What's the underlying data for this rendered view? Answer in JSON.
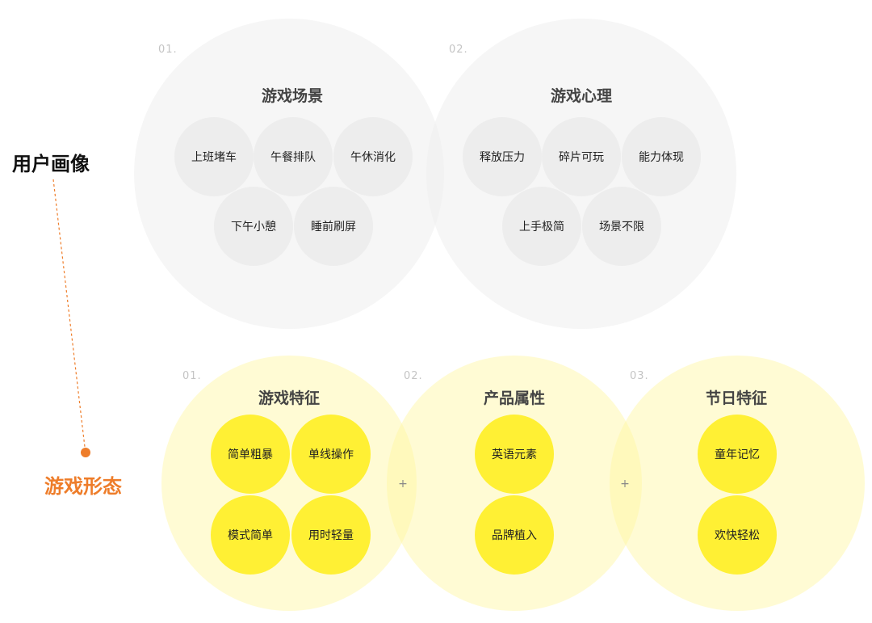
{
  "colors": {
    "accent": "#ee7d2a",
    "yellow": "#fff034",
    "gray": "#efefef"
  },
  "user_profile": {
    "label": "用户画像",
    "groups": [
      {
        "num": "01.",
        "title": "游戏场景",
        "items": [
          "上班堵车",
          "午餐排队",
          "午休消化",
          "下午小憩",
          "睡前刷屏"
        ]
      },
      {
        "num": "02.",
        "title": "游戏心理",
        "items": [
          "释放压力",
          "碎片可玩",
          "能力体现",
          "上手极简",
          "场景不限"
        ]
      }
    ]
  },
  "game_form": {
    "label": "游戏形态",
    "plus": "+",
    "groups": [
      {
        "num": "01.",
        "title": "游戏特征",
        "items": [
          "简单粗暴",
          "单线操作",
          "模式简单",
          "用时轻量"
        ]
      },
      {
        "num": "02.",
        "title": "产品属性",
        "items": [
          "英语元素",
          "品牌植入"
        ]
      },
      {
        "num": "03.",
        "title": "节日特征",
        "items": [
          "童年记忆",
          "欢快轻松"
        ]
      }
    ]
  }
}
